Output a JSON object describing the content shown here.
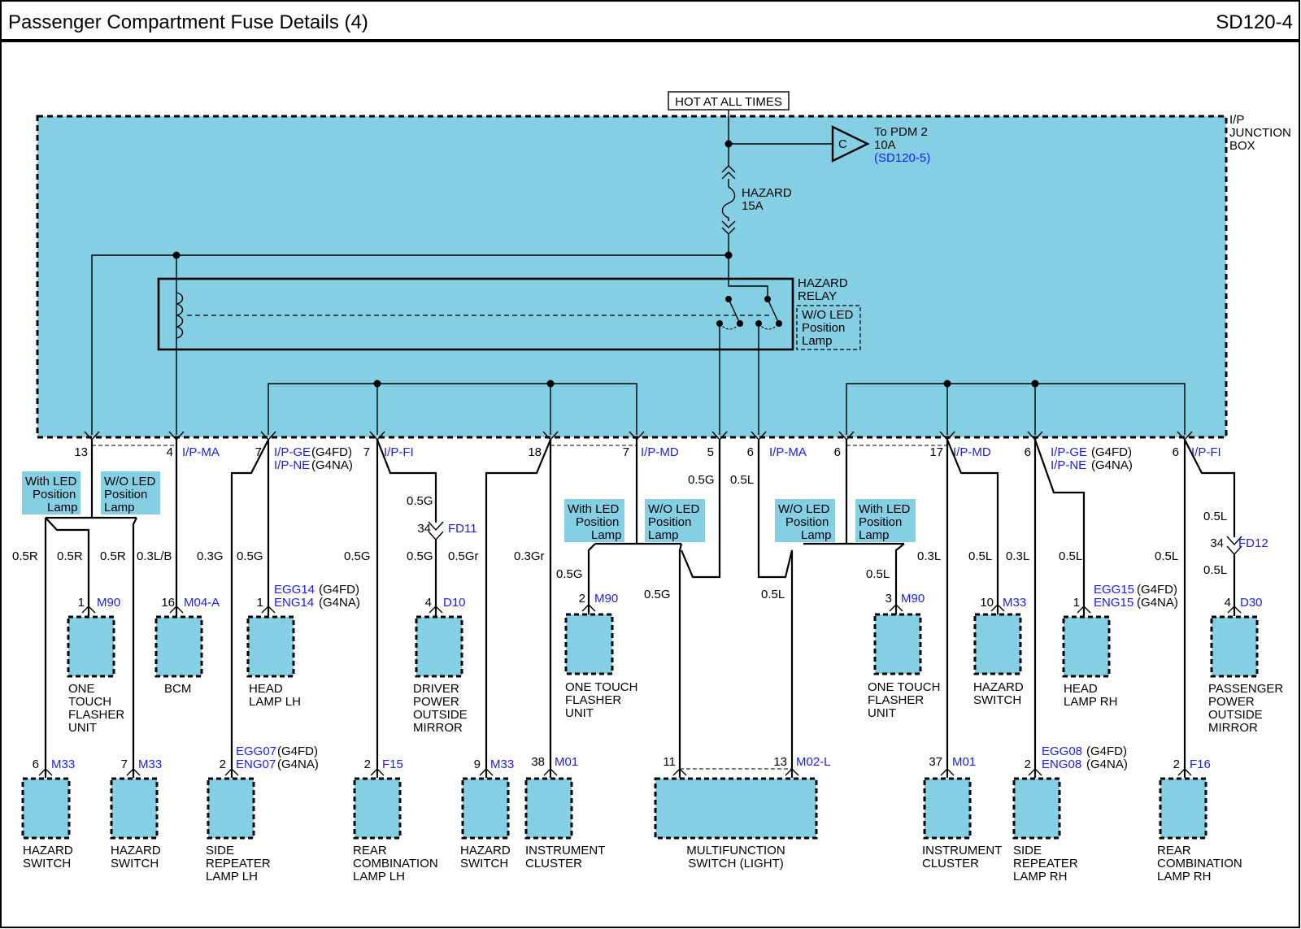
{
  "header": {
    "title": "Passenger Compartment Fuse Details (4)",
    "page_code": "SD120-4"
  },
  "colors": {
    "box_fill": "#84cfe3",
    "connector_blue": "#1a1aff",
    "wire": "#000000"
  },
  "power": {
    "hot_label": "HOT AT ALL TIMES",
    "fuse_name": "HAZARD",
    "fuse_rating": "15A",
    "pdm_connector": "C",
    "pdm_line1": "To PDM 2",
    "pdm_line2": "10A",
    "pdm_ref": "(SD120-5)"
  },
  "junction_box": {
    "line1": "I/P",
    "line2": "JUNCTION",
    "line3": "BOX"
  },
  "relay": {
    "name_line1": "HAZARD",
    "name_line2": "RELAY",
    "note_line1": "W/O LED",
    "note_line2": "Position",
    "note_line3": "Lamp"
  },
  "option_tags": {
    "with_led": [
      "With LED",
      "Position",
      "Lamp"
    ],
    "wo_led": [
      "W/O LED",
      "Position",
      "Lamp"
    ]
  },
  "terminals": {
    "t13": "13",
    "t4": "4",
    "ip_ma": "I/P-MA",
    "t7a": "7",
    "ip_ge": "I/P-GE",
    "g4fd": "(G4FD)",
    "ip_ne": "I/P-NE",
    "g4na": "(G4NA)",
    "t7b": "7",
    "ip_fi": "I/P-FI",
    "t18": "18",
    "t7c": "7",
    "ip_md": "I/P-MD",
    "t5": "5",
    "t6a": "6",
    "ip_ma2": "I/P-MA",
    "t6b": "6",
    "t17": "17",
    "ip_md2": "I/P-MD",
    "t6c": "6",
    "ip_ge2": "I/P-GE",
    "g4fd2": "(G4FD)",
    "ip_ne2": "I/P-NE",
    "g4na2": "(G4NA)",
    "t6d": "6",
    "ip_fi2": "I/P-FI"
  },
  "wires": {
    "w1": "0.5R",
    "w2": "0.5R",
    "w3": "0.5R",
    "w4": "0.3L/B",
    "w5": "0.3G",
    "w6": "0.5G",
    "w7": "0.5G",
    "w8": "0.5G",
    "w9": "0.5G",
    "w10": "0.5Gr",
    "w11": "0.3Gr",
    "w12": "0.5G",
    "w13": "0.5L",
    "w14": "0.5G",
    "w15": "0.5G",
    "w16": "0.5L",
    "w17": "0.5L",
    "w18": "0.3L",
    "w19": "0.5L",
    "w20": "0.3L",
    "w21": "0.5L",
    "w22": "0.5L",
    "w23": "0.5L",
    "w24": "0.5L"
  },
  "inline_connectors": {
    "fd11_pin": "34",
    "fd11": "FD11",
    "fd12_pin": "34",
    "fd12": "FD12"
  },
  "components": {
    "m90a_pin": "1",
    "m90a_conn": "M90",
    "m90a_l1": "ONE",
    "m90a_l2": "TOUCH",
    "m90a_l3": "FLASHER",
    "m90a_l4": "UNIT",
    "bcm_pin": "16",
    "bcm_conn": "M04-A",
    "bcm_l1": "BCM",
    "hl_pin": "1",
    "hl_conn1": "EGG14",
    "hl_opt1": "(G4FD)",
    "hl_conn2": "ENG14",
    "hl_opt2": "(G4NA)",
    "hl_l1": "HEAD",
    "hl_l2": "LAMP LH",
    "dm_pin": "4",
    "dm_conn": "D10",
    "dm_l1": "DRIVER",
    "dm_l2": "POWER",
    "dm_l3": "OUTSIDE",
    "dm_l4": "MIRROR",
    "m90b_pin": "2",
    "m90b_conn": "M90",
    "m90b_l1": "ONE TOUCH",
    "m90b_l2": "FLASHER",
    "m90b_l3": "UNIT",
    "m90c_pin": "3",
    "m90c_conn": "M90",
    "m90c_l1": "ONE TOUCH",
    "m90c_l2": "FLASHER",
    "m90c_l3": "UNIT",
    "hs_pin": "10",
    "hs_conn": "M33",
    "hs_l1": "HAZARD",
    "hs_l2": "SWITCH",
    "hr_pin": "1",
    "hr_conn1": "EGG15",
    "hr_opt1": "(G4FD)",
    "hr_conn2": "ENG15",
    "hr_opt2": "(G4NA)",
    "hr_l1": "HEAD",
    "hr_l2": "LAMP RH",
    "pm_pin": "4",
    "pm_conn": "D30",
    "pm_l1": "PASSENGER",
    "pm_l2": "POWER",
    "pm_l3": "OUTSIDE",
    "pm_l4": "MIRROR",
    "b1_pin": "6",
    "b1_conn": "M33",
    "b1_l1": "HAZARD",
    "b1_l2": "SWITCH",
    "b2_pin": "7",
    "b2_conn": "M33",
    "b2_l1": "HAZARD",
    "b2_l2": "SWITCH",
    "b3_pin": "2",
    "b3_conn1": "EGG07",
    "b3_opt1": "(G4FD)",
    "b3_conn2": "ENG07",
    "b3_opt2": "(G4NA)",
    "b3_l1": "SIDE",
    "b3_l2": "REPEATER",
    "b3_l3": "LAMP LH",
    "b4_pin": "2",
    "b4_conn": "F15",
    "b4_l1": "REAR",
    "b4_l2": "COMBINATION",
    "b4_l3": "LAMP LH",
    "b5_pin": "9",
    "b5_conn": "M33",
    "b5_l1": "HAZARD",
    "b5_l2": "SWITCH",
    "b6_pin": "38",
    "b6_conn": "M01",
    "b6_l1": "INSTRUMENT",
    "b6_l2": "CLUSTER",
    "b7_pin1": "11",
    "b7_pin2": "13",
    "b7_conn": "M02-L",
    "b7_l1": "MULTIFUNCTION",
    "b7_l2": "SWITCH (LIGHT)",
    "b8_pin": "37",
    "b8_conn": "M01",
    "b8_l1": "INSTRUMENT",
    "b8_l2": "CLUSTER",
    "b9_pin": "2",
    "b9_conn1": "EGG08",
    "b9_opt1": "(G4FD)",
    "b9_conn2": "ENG08",
    "b9_opt2": "(G4NA)",
    "b9_l1": "SIDE",
    "b9_l2": "REPEATER",
    "b9_l3": "LAMP RH",
    "b10_pin": "2",
    "b10_conn": "F16",
    "b10_l1": "REAR",
    "b10_l2": "COMBINATION",
    "b10_l3": "LAMP RH"
  }
}
